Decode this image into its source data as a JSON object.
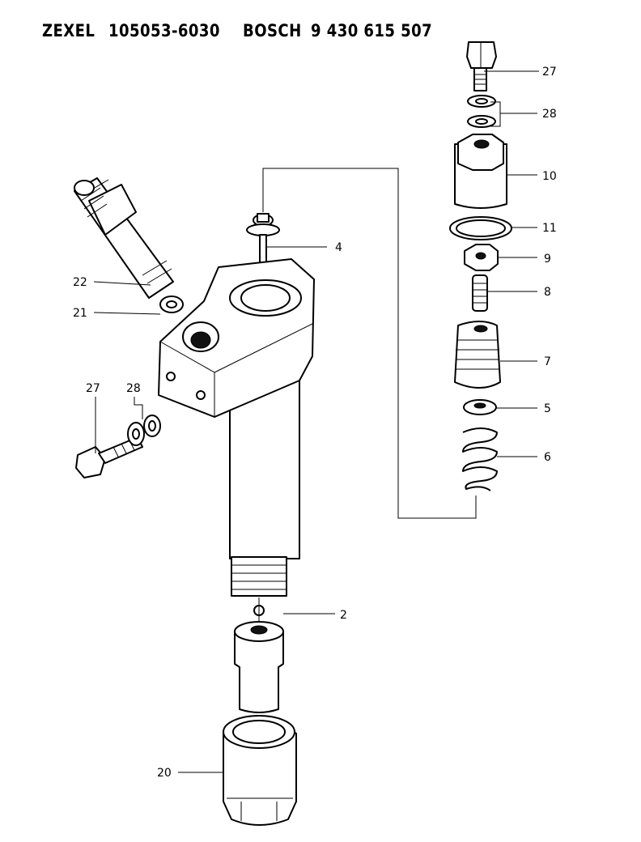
{
  "header": {
    "brand1": "ZEXEL",
    "number1": "105053-6030",
    "brand2": "BOSCH",
    "number2": "9 430 615 507"
  },
  "callouts": {
    "c27_top": "27",
    "c28_top": "28",
    "c10": "10",
    "c11": "11",
    "c9": "9",
    "c8": "8",
    "c7": "7",
    "c5": "5",
    "c6": "6",
    "c4": "4",
    "c22": "22",
    "c21": "21",
    "c27_left": "27",
    "c28_left": "28",
    "c2": "2",
    "c20": "20"
  }
}
